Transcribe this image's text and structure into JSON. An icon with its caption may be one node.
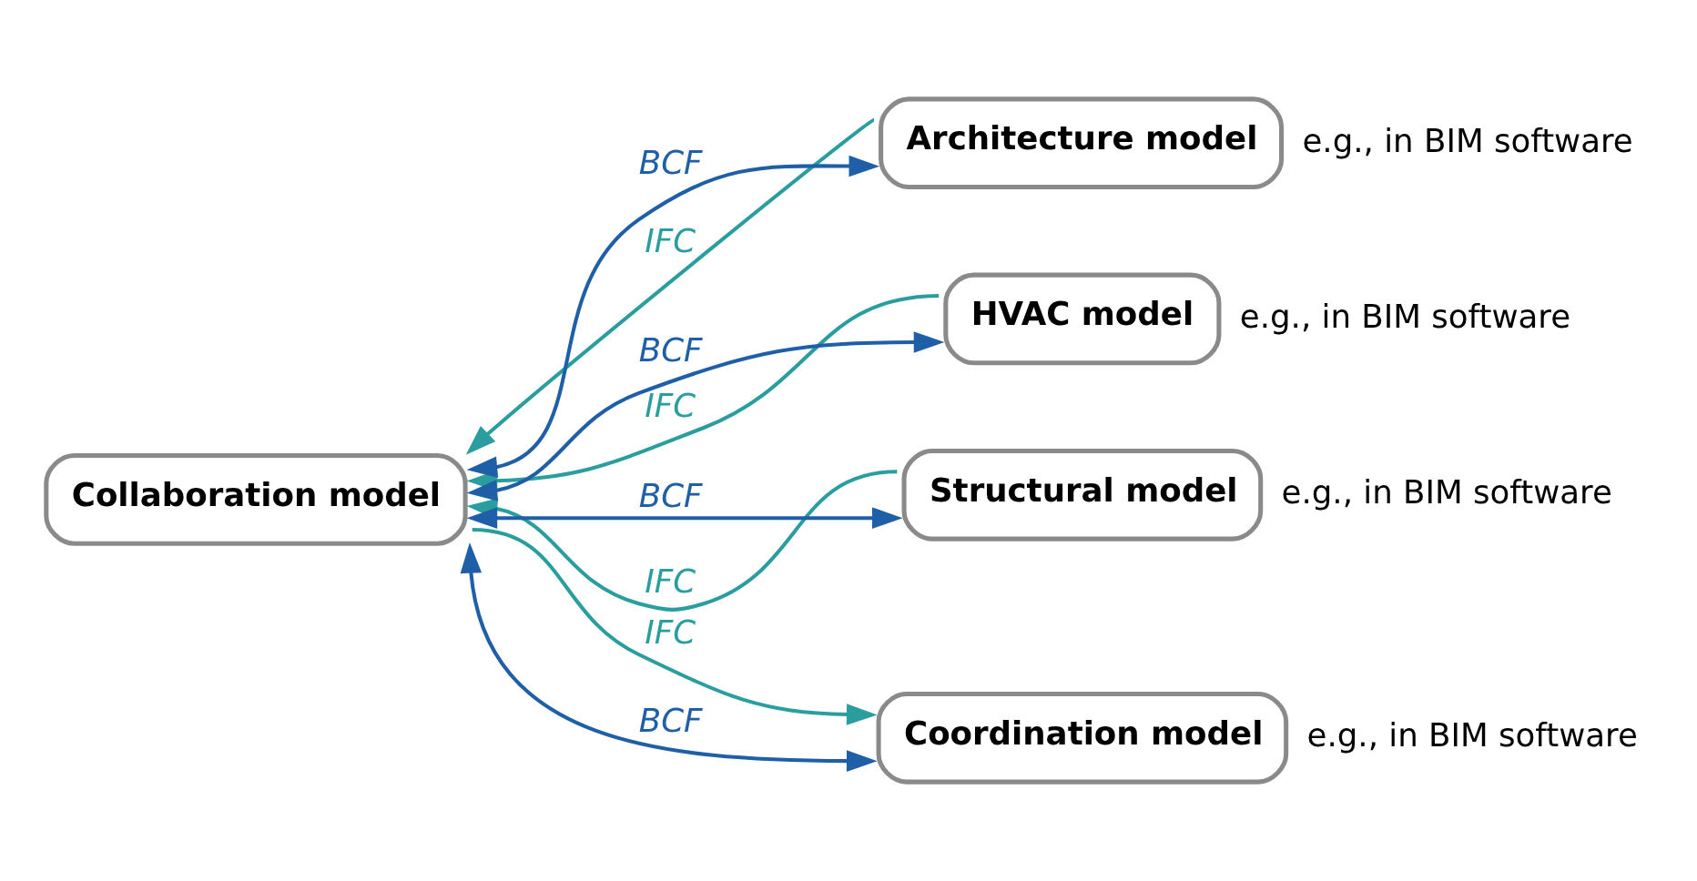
{
  "diagram": {
    "nodes": [
      {
        "text": [
          "Architecture model"
        ],
        "beside": [
          "e.g., in BIM software"
        ]
      },
      {
        "text": [
          "HVAC model"
        ],
        "beside": [
          "e.g., in BIM software"
        ]
      },
      {
        "text": [
          "Structural model"
        ],
        "beside": [
          "e.g., in BIM software"
        ]
      },
      {
        "text": [
          "Collaboration model"
        ]
      },
      {
        "text": [
          "Coordination model"
        ],
        "beside": [
          "e.g., in BIM software"
        ]
      }
    ],
    "edges": [
      {
        "from": 0,
        "to": 3,
        "arrow": "to",
        "label": "IFC",
        "color": "#2a9d9f"
      },
      {
        "from": 3,
        "to": 0,
        "arrow": "both",
        "label": "BCF",
        "color": "#1f5fa8"
      },
      {
        "from": 1,
        "to": 3,
        "arrow": "to",
        "label": "IFC",
        "color": "#2a9d9f"
      },
      {
        "from": 3,
        "to": 1,
        "arrow": "both",
        "label": "BCF",
        "color": "#1f5fa8"
      },
      {
        "from": 2,
        "to": 3,
        "arrow": "to",
        "label": "IFC",
        "color": "#2a9d9f"
      },
      {
        "from": 3,
        "to": 2,
        "arrow": "both",
        "label": "BCF",
        "color": "#1f5fa8"
      },
      {
        "from": 3,
        "to": 4,
        "arrow": "to",
        "label": "IFC",
        "color": "#2a9d9f"
      },
      {
        "from": 3,
        "to": 4,
        "arrow": "both",
        "label": "BCF",
        "color": "#1f5fa8"
      }
    ]
  }
}
